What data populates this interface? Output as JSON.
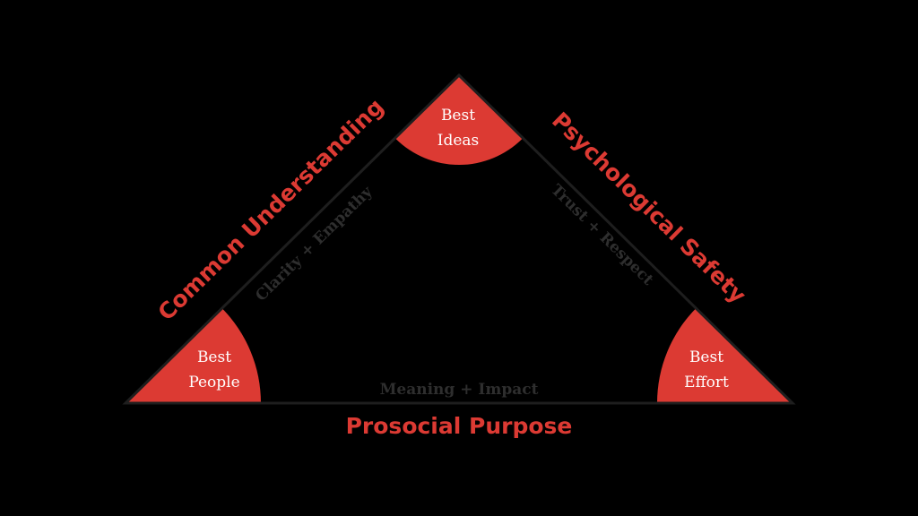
{
  "diagram": {
    "type": "triangle-framework",
    "colors": {
      "background": "#000000",
      "accent": "#dc3a33",
      "outline": "#1e1e1e",
      "subtitle": "#2e2e2e",
      "corner_text": "#ffffff"
    },
    "corners": {
      "top": {
        "line1": "Best",
        "line2": "Ideas"
      },
      "bottom_left": {
        "line1": "Best",
        "line2": "People"
      },
      "bottom_right": {
        "line1": "Best",
        "line2": "Effort"
      }
    },
    "sides": {
      "left": {
        "title": "Common Understanding",
        "subtitle": "Clarity + Empathy"
      },
      "right": {
        "title": "Psychological Safety",
        "subtitle": "Trust + Respect"
      },
      "bottom": {
        "title": "Prosocial Purpose",
        "subtitle": "Meaning + Impact"
      }
    }
  }
}
